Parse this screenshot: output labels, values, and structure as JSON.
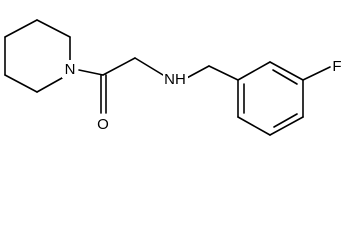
{
  "molecule": {
    "atoms": {
      "ring_nitrogen": "N",
      "carbonyl_oxygen": "O",
      "amine": "NH",
      "fluorine": "F"
    }
  }
}
